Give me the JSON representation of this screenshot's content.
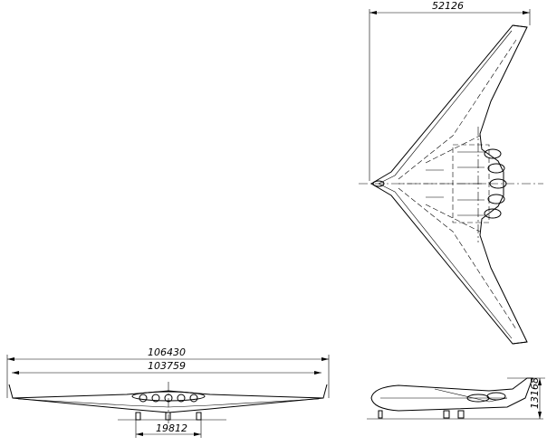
{
  "dimensions": {
    "top_span": "52126",
    "overall_length": "106430",
    "body_length": "103759",
    "gear_track": "19812",
    "height": "13168"
  }
}
